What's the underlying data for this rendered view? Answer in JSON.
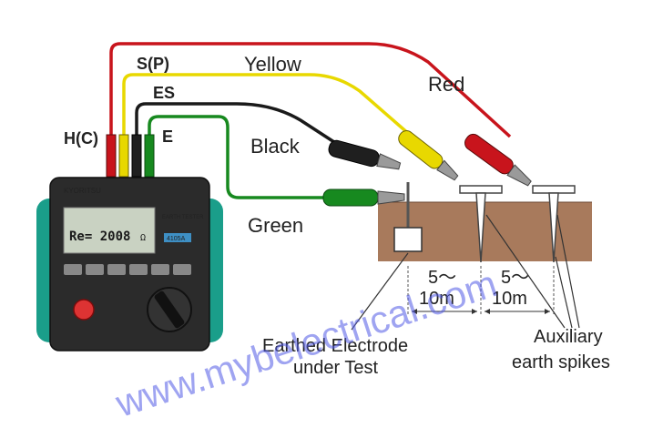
{
  "terminals": {
    "hc": "H(C)",
    "sp": "S(P)",
    "es": "ES",
    "e": "E"
  },
  "wires": {
    "yellow": "Yellow",
    "red": "Red",
    "black": "Black",
    "green": "Green"
  },
  "colors": {
    "red": "#c8141c",
    "yellow": "#e8d800",
    "black": "#1a1a1a",
    "green": "#17891f",
    "soil": "#a87a5c",
    "instrument_teal": "#1a9e8a",
    "instrument_body": "#2b2b2b"
  },
  "instrument": {
    "brand": "KYORITSU",
    "model_label": "EARTH TESTER",
    "model_tag": "4105A",
    "screen_reading": "Re= 2008",
    "screen_unit": "Ω"
  },
  "spacing": [
    {
      "top": "5～",
      "bottom": "10m"
    },
    {
      "top": "5～",
      "bottom": "10m"
    }
  ],
  "callouts": {
    "electrode_line1": "Earthed Electrode",
    "electrode_line2": "under Test",
    "spikes_line1": "Auxiliary",
    "spikes_line2": "earth spikes"
  },
  "watermark": "www.mybelectrical.com"
}
